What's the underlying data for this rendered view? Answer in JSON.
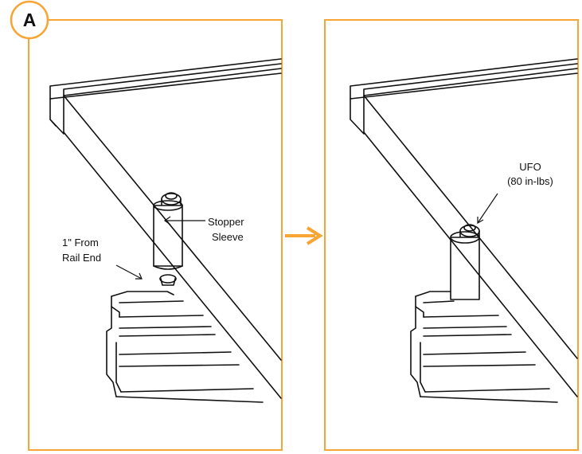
{
  "step_badge": "A",
  "left_panel": {
    "label_stopper_line1": "Stopper",
    "label_stopper_line2": "Sleeve",
    "label_rail_line1": "1\" From",
    "label_rail_line2": "Rail End"
  },
  "right_panel": {
    "label_ufo_line1": "UFO",
    "label_ufo_line2": "(80 in-lbs)"
  },
  "colors": {
    "accent": "#F7A535",
    "line": "#111111",
    "background": "#FFFFFF"
  },
  "icons": {
    "transition": "arrow-right-icon"
  }
}
